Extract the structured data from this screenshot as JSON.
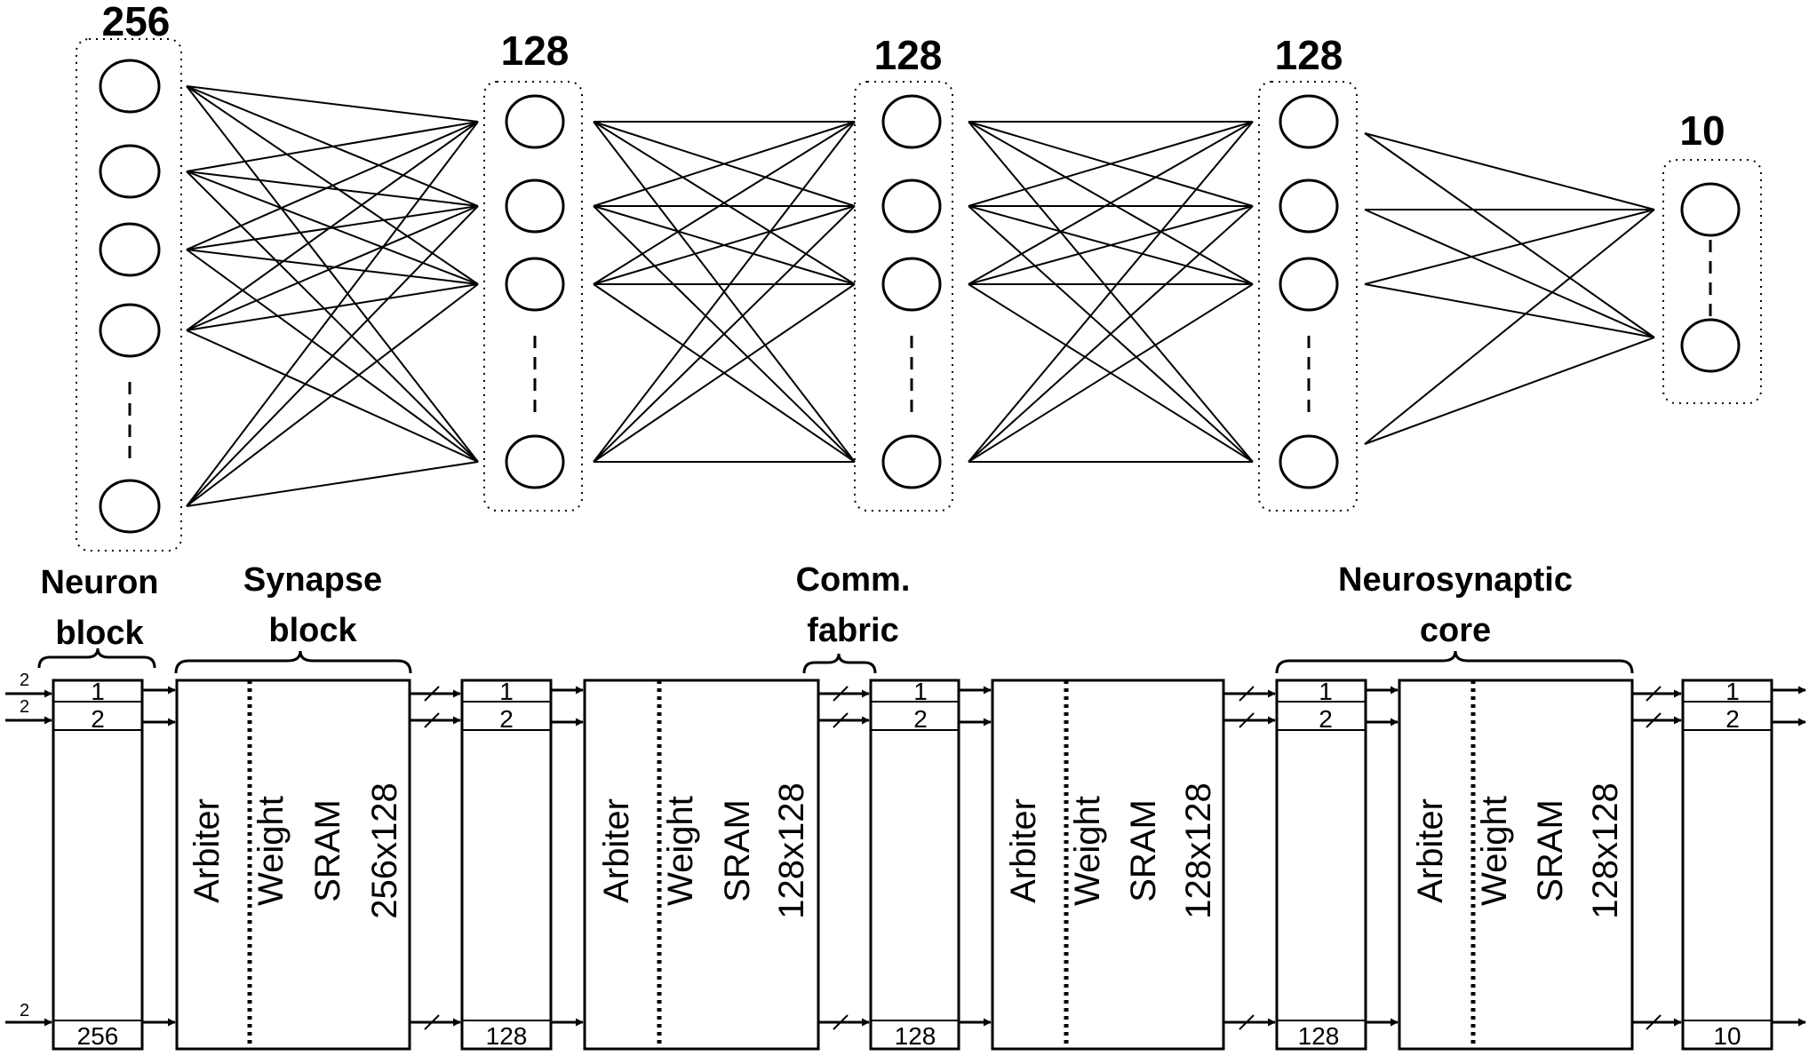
{
  "layers": [
    {
      "count_label": "256"
    },
    {
      "count_label": "128"
    },
    {
      "count_label": "128"
    },
    {
      "count_label": "128"
    },
    {
      "count_label": "10"
    }
  ],
  "annotations": {
    "neuron_block": [
      "Neuron",
      "block"
    ],
    "synapse_block": [
      "Synapse",
      "block"
    ],
    "comm_fabric": [
      "Comm.",
      "fabric"
    ],
    "neurosynaptic_core": [
      "Neurosynaptic",
      "core"
    ]
  },
  "neuron_blocks": [
    {
      "first": "1",
      "second": "2",
      "last": "256"
    },
    {
      "first": "1",
      "second": "2",
      "last": "128"
    },
    {
      "first": "1",
      "second": "2",
      "last": "128"
    },
    {
      "first": "1",
      "second": "2",
      "last": "128"
    },
    {
      "first": "1",
      "second": "2",
      "last": "10"
    }
  ],
  "synapse_blocks": [
    {
      "arbiter": "Arbiter",
      "weight": "Weight",
      "sram": "SRAM",
      "size": "256x128"
    },
    {
      "arbiter": "Arbiter",
      "weight": "Weight",
      "sram": "SRAM",
      "size": "128x128"
    },
    {
      "arbiter": "Arbiter",
      "weight": "Weight",
      "sram": "SRAM",
      "size": "128x128"
    },
    {
      "arbiter": "Arbiter",
      "weight": "Weight",
      "sram": "SRAM",
      "size": "128x128"
    }
  ],
  "bus_width_label": "2"
}
